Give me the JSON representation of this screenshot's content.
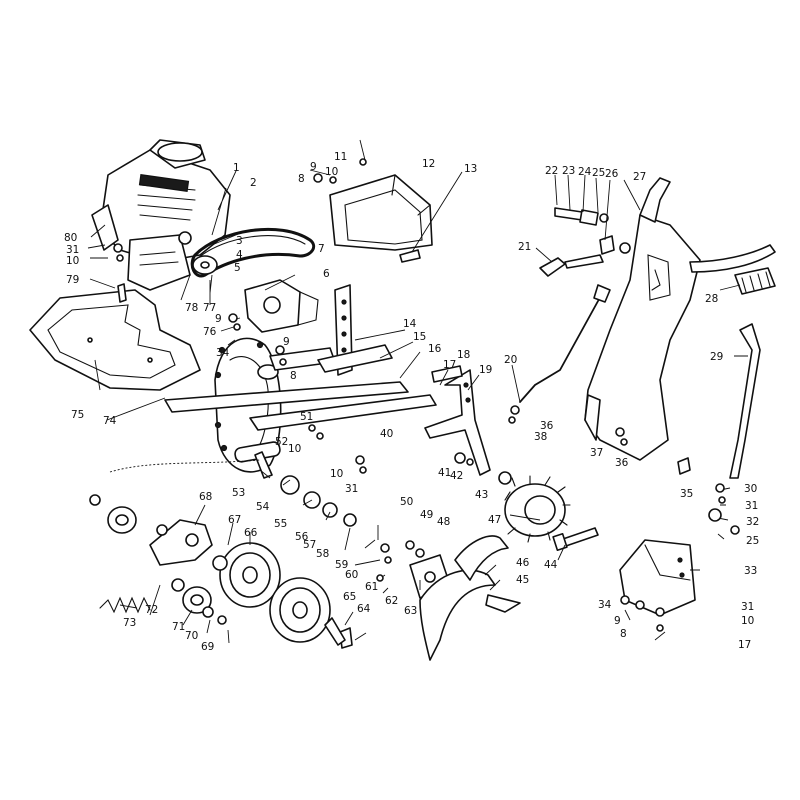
{
  "diagram": {
    "callouts": [
      {
        "id": "1"
      },
      {
        "id": "2"
      },
      {
        "id": "3"
      },
      {
        "id": "4"
      },
      {
        "id": "5"
      },
      {
        "id": "6"
      },
      {
        "id": "7"
      },
      {
        "id": "8"
      },
      {
        "id": "9"
      },
      {
        "id": "10"
      },
      {
        "id": "11"
      },
      {
        "id": "12"
      },
      {
        "id": "13"
      },
      {
        "id": "14"
      },
      {
        "id": "15"
      },
      {
        "id": "16"
      },
      {
        "id": "17"
      },
      {
        "id": "18"
      },
      {
        "id": "19"
      },
      {
        "id": "20"
      },
      {
        "id": "21"
      },
      {
        "id": "22"
      },
      {
        "id": "23"
      },
      {
        "id": "24"
      },
      {
        "id": "25"
      },
      {
        "id": "26"
      },
      {
        "id": "27"
      },
      {
        "id": "28"
      },
      {
        "id": "29"
      },
      {
        "id": "30"
      },
      {
        "id": "31"
      },
      {
        "id": "32"
      },
      {
        "id": "33"
      },
      {
        "id": "34"
      },
      {
        "id": "35"
      },
      {
        "id": "36"
      },
      {
        "id": "37"
      },
      {
        "id": "38"
      },
      {
        "id": "40"
      },
      {
        "id": "41"
      },
      {
        "id": "42"
      },
      {
        "id": "43"
      },
      {
        "id": "44"
      },
      {
        "id": "45"
      },
      {
        "id": "46"
      },
      {
        "id": "47"
      },
      {
        "id": "48"
      },
      {
        "id": "49"
      },
      {
        "id": "50"
      },
      {
        "id": "51"
      },
      {
        "id": "52"
      },
      {
        "id": "53"
      },
      {
        "id": "54"
      },
      {
        "id": "55"
      },
      {
        "id": "56"
      },
      {
        "id": "57"
      },
      {
        "id": "58"
      },
      {
        "id": "59"
      },
      {
        "id": "60"
      },
      {
        "id": "61"
      },
      {
        "id": "62"
      },
      {
        "id": "63"
      },
      {
        "id": "64"
      },
      {
        "id": "65"
      },
      {
        "id": "66"
      },
      {
        "id": "67"
      },
      {
        "id": "68"
      },
      {
        "id": "69"
      },
      {
        "id": "70"
      },
      {
        "id": "71"
      },
      {
        "id": "72"
      },
      {
        "id": "73"
      },
      {
        "id": "74"
      },
      {
        "id": "75"
      },
      {
        "id": "76"
      },
      {
        "id": "77"
      },
      {
        "id": "78"
      },
      {
        "id": "79"
      },
      {
        "id": "80"
      }
    ]
  }
}
